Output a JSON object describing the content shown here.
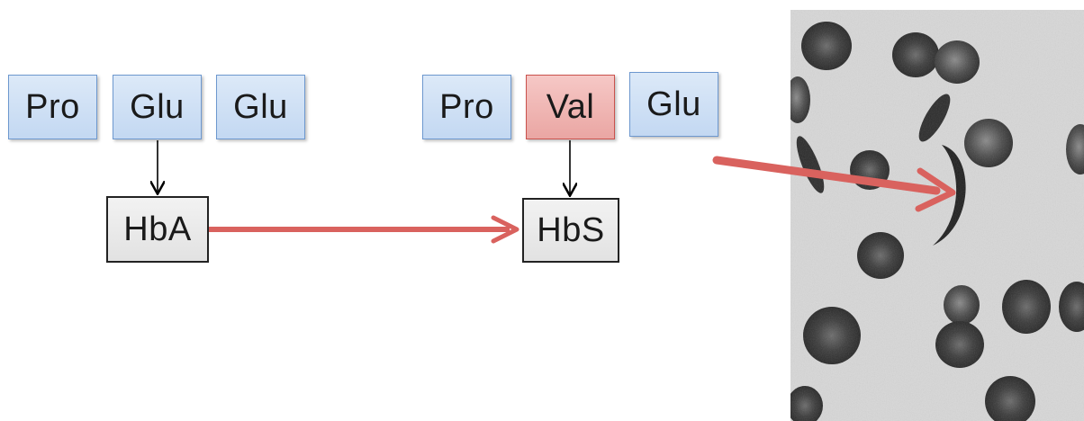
{
  "normal": {
    "residues": [
      "Pro",
      "Glu",
      "Glu"
    ],
    "protein": "HbA"
  },
  "mutant": {
    "residues": [
      "Pro",
      "Val",
      "Glu"
    ],
    "protein": "HbS"
  },
  "colors": {
    "residue_fill": "#c9dcf4",
    "residue_border": "#6d98cf",
    "mutation_fill": "#f2b8b5",
    "mutation_border": "#c9524d",
    "protein_fill": "#e8e8e8",
    "arrow_red": "#d9625e",
    "arrow_black": "#000000"
  },
  "micrograph": {
    "subject": "red blood cells with one sickle-shaped cell"
  }
}
